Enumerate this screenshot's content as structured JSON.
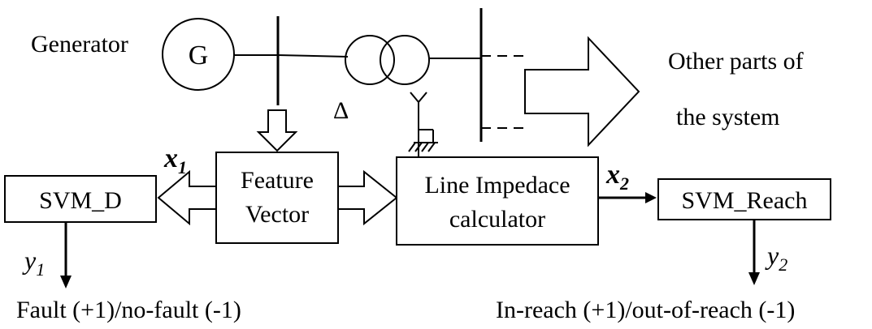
{
  "generator": {
    "label": "Generator",
    "symbol": "G"
  },
  "delta_symbol": "Δ",
  "other_parts": {
    "line1": "Other parts of",
    "line2": "the system"
  },
  "feature_vector": {
    "line1": "Feature",
    "line2": "Vector"
  },
  "line_impedance": {
    "line1": "Line Impedace",
    "line2": "calculator"
  },
  "svm_d": {
    "label": "SVM_D"
  },
  "svm_reach": {
    "label": "SVM_Reach"
  },
  "x1": {
    "base": "x",
    "sub": "1"
  },
  "x2": {
    "base": "x",
    "sub": "2"
  },
  "y1": {
    "base": "y",
    "sub": "1"
  },
  "y2": {
    "base": "y",
    "sub": "2"
  },
  "output_fault": "Fault (+1)/no-fault (-1)",
  "output_reach": "In-reach (+1)/out-of-reach (-1)"
}
